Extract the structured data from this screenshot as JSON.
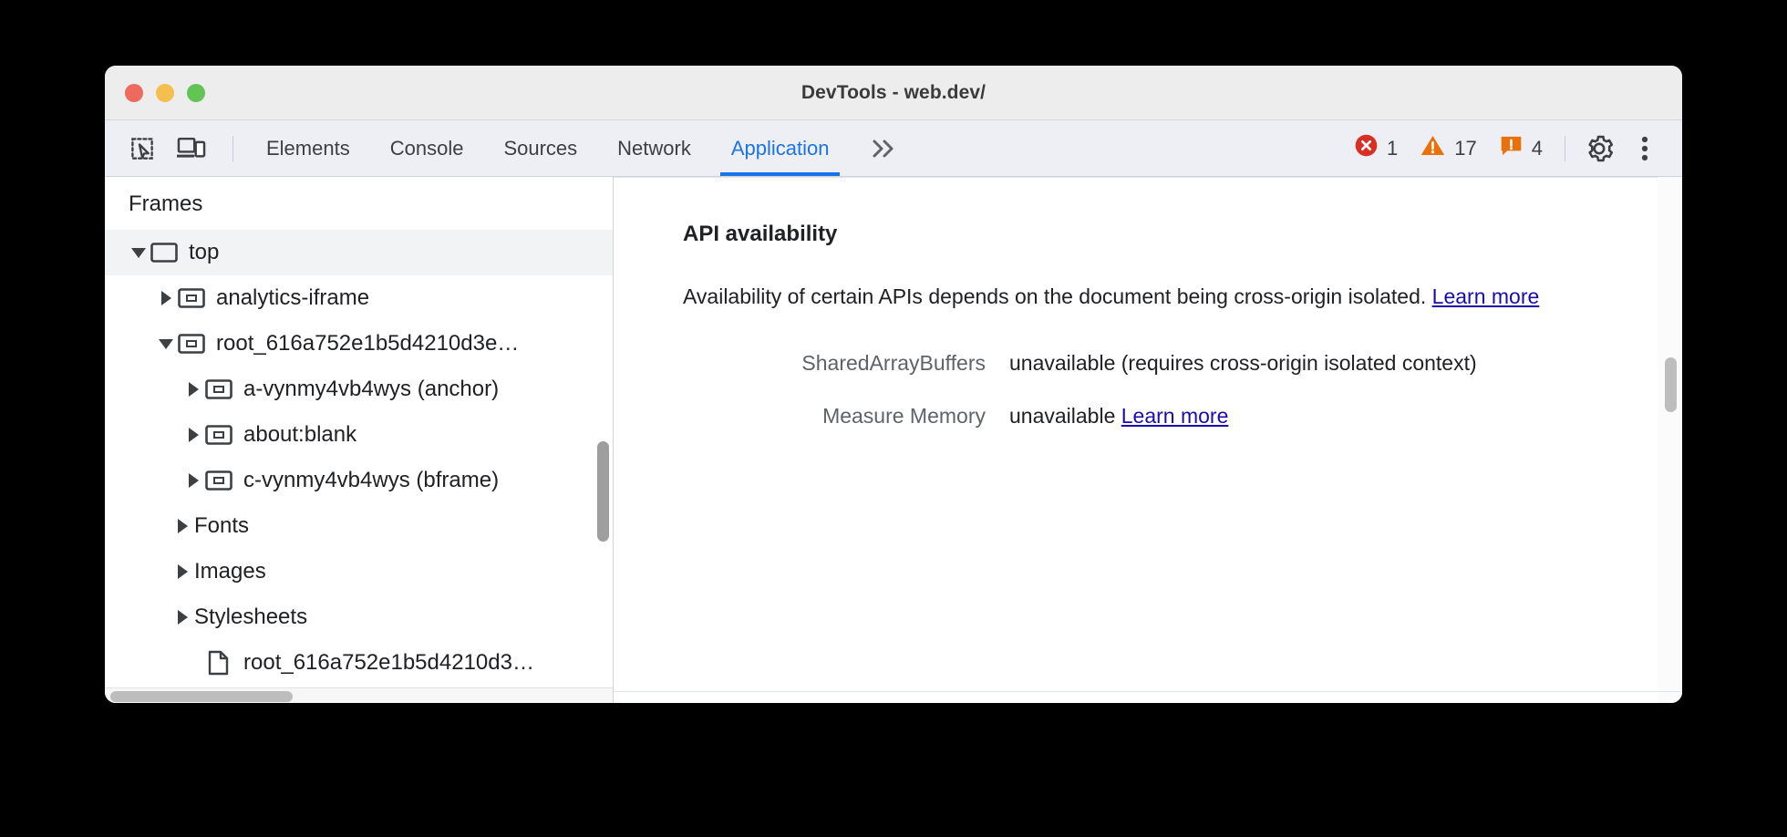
{
  "window": {
    "title": "DevTools - web.dev/",
    "traffic_lights": [
      "close-red",
      "minimize-yellow",
      "maximize-green"
    ]
  },
  "toolbar": {
    "inspect_icon": "inspect-element-icon",
    "device_icon": "device-toolbar-icon",
    "tabs": [
      {
        "label": "Elements",
        "active": false
      },
      {
        "label": "Console",
        "active": false
      },
      {
        "label": "Sources",
        "active": false
      },
      {
        "label": "Network",
        "active": false
      },
      {
        "label": "Application",
        "active": true
      }
    ],
    "overflow_label": "»",
    "status": {
      "errors": {
        "icon": "error-icon",
        "count": "1",
        "color": "#d93025"
      },
      "warnings": {
        "icon": "warning-icon",
        "count": "17",
        "color": "#e8710a"
      },
      "issues": {
        "icon": "issue-icon",
        "count": "4",
        "color": "#e8710a"
      }
    },
    "settings_icon": "gear-icon",
    "more_icon": "more-vertical-icon"
  },
  "sidebar": {
    "header": "Frames",
    "tree": [
      {
        "label": "top",
        "expanded": true,
        "icon": "frame-top-icon",
        "indent": 0,
        "selected": true
      },
      {
        "label": "analytics-iframe",
        "expanded": false,
        "icon": "iframe-icon",
        "indent": 1,
        "selected": false
      },
      {
        "label": "root_616a752e1b5d4210d3e…",
        "expanded": true,
        "icon": "iframe-icon",
        "indent": 1,
        "selected": false
      },
      {
        "label": "a-vynmy4vb4wys (anchor)",
        "expanded": false,
        "icon": "iframe-icon",
        "indent": 2,
        "selected": false
      },
      {
        "label": "about:blank",
        "expanded": false,
        "icon": "iframe-icon",
        "indent": 2,
        "selected": false
      },
      {
        "label": "c-vynmy4vb4wys (bframe)",
        "expanded": false,
        "icon": "iframe-icon",
        "indent": 2,
        "selected": false
      },
      {
        "label": "Fonts",
        "expanded": false,
        "icon": "none",
        "indent": 1.4,
        "selected": false
      },
      {
        "label": "Images",
        "expanded": false,
        "icon": "none",
        "indent": 1.4,
        "selected": false
      },
      {
        "label": "Stylesheets",
        "expanded": false,
        "icon": "none",
        "indent": 1.4,
        "selected": false
      },
      {
        "label": "root_616a752e1b5d4210d3…",
        "expanded": false,
        "icon": "document-icon",
        "indent": 2,
        "selected": false
      }
    ]
  },
  "main": {
    "section_title": "API availability",
    "description_text": "Availability of certain APIs depends on the document being cross-origin isolated. ",
    "description_link": "Learn more",
    "rows": [
      {
        "key": "SharedArrayBuffers",
        "value": "unavailable   (requires cross-origin isolated context)",
        "link": ""
      },
      {
        "key": "Measure Memory",
        "value": "unavailable ",
        "link": "Learn more"
      }
    ]
  },
  "colors": {
    "accent": "#1a73e8",
    "link": "#1a0dab",
    "error": "#d93025",
    "warning": "#e8710a"
  }
}
